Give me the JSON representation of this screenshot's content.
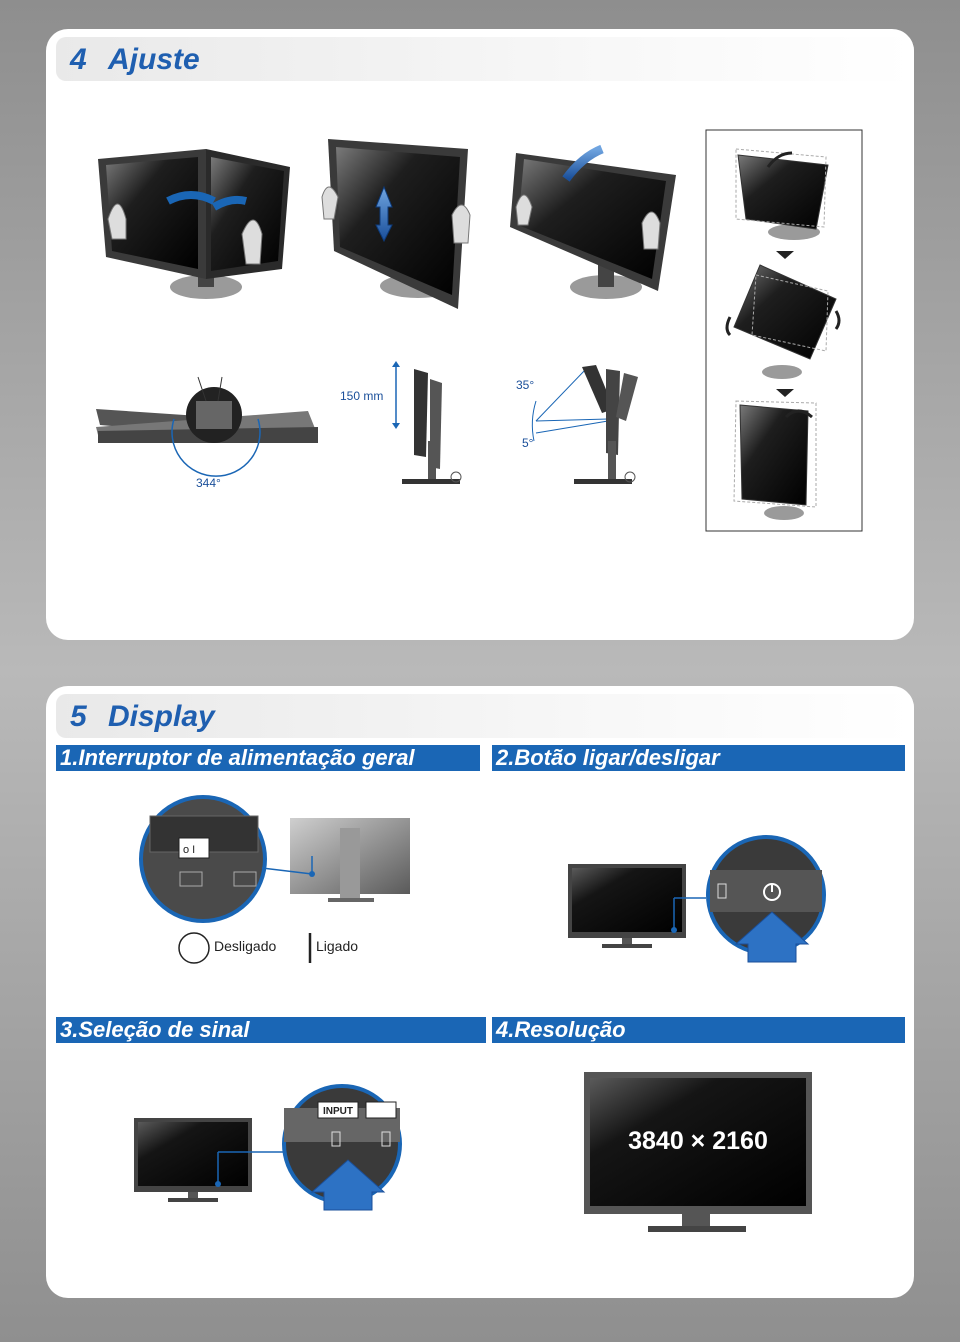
{
  "sections": {
    "ajuste": {
      "number": "4",
      "title": "Ajuste"
    },
    "display": {
      "number": "5",
      "title": "Display"
    }
  },
  "adjustment": {
    "height_label": "150 mm",
    "tilt_up_label": "35°",
    "tilt_down_label": "5°",
    "swivel_label": "344°"
  },
  "display_items": {
    "item1": "1.Interruptor de alimentação geral",
    "item2": "2.Botão ligar/desligar",
    "item3": "3.Seleção de sinal",
    "item4": "4.Resolução"
  },
  "power_switch": {
    "off_label": "Desligado",
    "on_label": "Ligado",
    "switch_glyphs": "o  I"
  },
  "input_button": {
    "label": "INPUT"
  },
  "resolution": {
    "value": "3840 × 2160"
  },
  "colors": {
    "brand_blue": "#1a66b5",
    "title_blue": "#1f5fb0"
  }
}
